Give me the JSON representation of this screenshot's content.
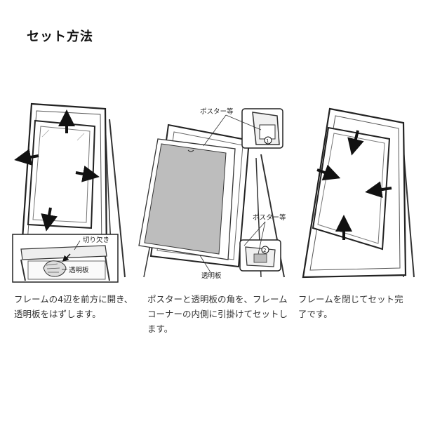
{
  "title": "セット方法",
  "steps": [
    {
      "caption": "フレームの4辺を前方に開き、透明板をはずします。",
      "callouts": {
        "notch": "切り欠き",
        "plate": "透明板"
      }
    },
    {
      "caption": "ポスターと透明板の角を、フレームコーナーの内側に引掛けてセットします。",
      "callouts": {
        "poster_top": "ポスター等",
        "poster_mid": "ポスター等",
        "plate": "透明板",
        "marker_1": "1",
        "marker_2": "2"
      }
    },
    {
      "caption": "フレームを閉じてセット完了です。",
      "callouts": {}
    }
  ],
  "icons": [
    "open-arrow-icon",
    "close-arrow-icon",
    "hand-icon"
  ]
}
